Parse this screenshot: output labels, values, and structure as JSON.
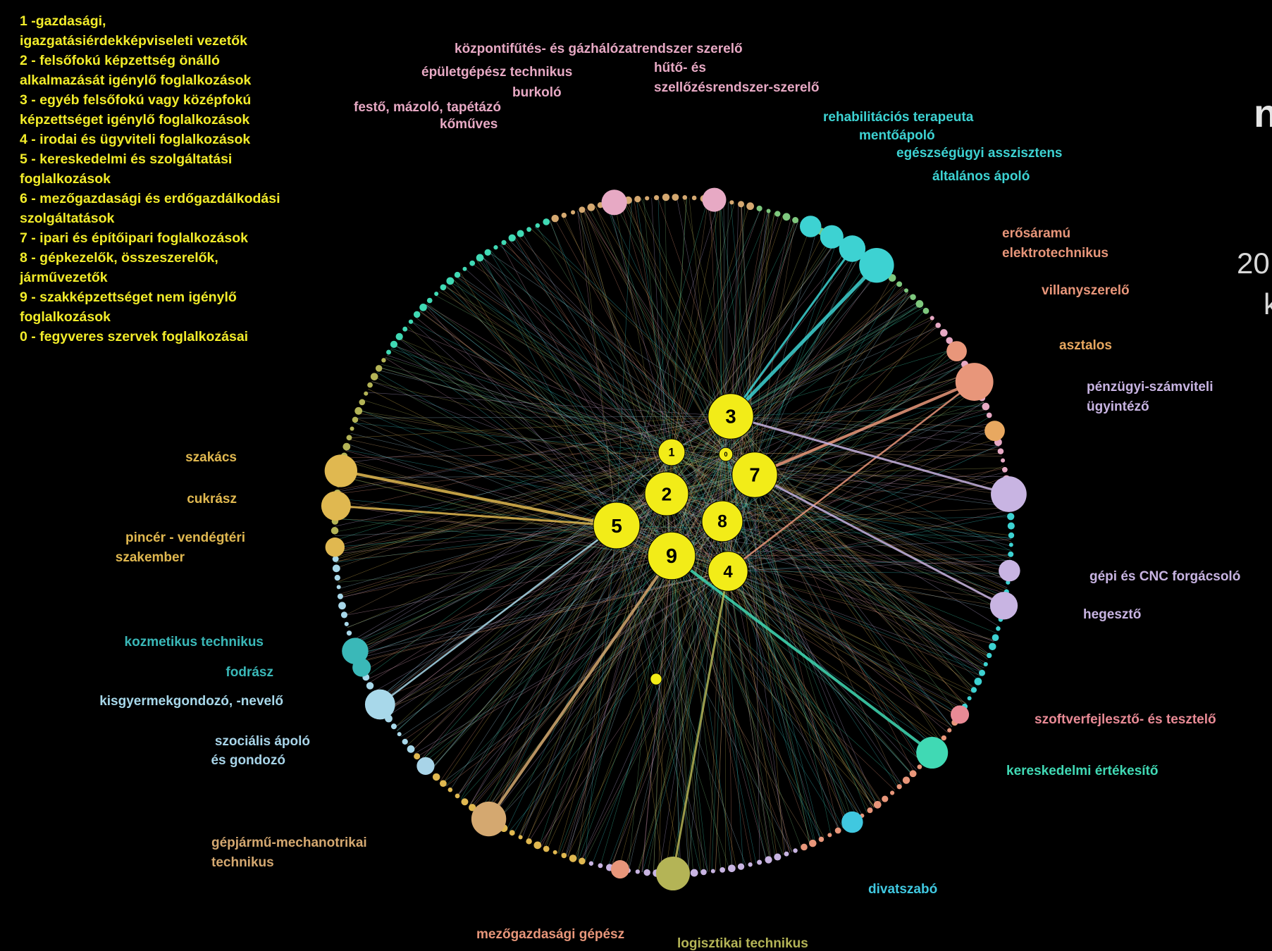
{
  "legend": [
    "1 -gazdasági,",
    "igazgatásiérdekképviseleti vezetők",
    "2 - felsőfokú képzettség önálló",
    "alkalmazását igénylő foglalkozások",
    "3 - egyéb felsőfokú vagy középfokú",
    "képzettséget igénylő foglalkozások",
    "4 - irodai és ügyviteli foglalkozások",
    "5 - kereskedelmi és szolgáltatási",
    "foglalkozások",
    "6 - mezőgazdasági és erdőgazdálkodási",
    "szolgáltatások",
    "7 - ipari és építőipari foglalkozások",
    "8 - gépkezelők, összeszerelők,",
    "járművezetők",
    "9 - szakképzettséget nem igénylő",
    "foglalkozások",
    "0 - fegyveres szervek foglalkozásai"
  ],
  "occupation_groups": [
    {
      "id": "1",
      "label": "1",
      "size": 0.35
    },
    {
      "id": "0",
      "label": "0",
      "size": 0.12
    },
    {
      "id": "2",
      "label": "2",
      "size": 0.65
    },
    {
      "id": "3",
      "label": "3",
      "size": 0.68
    },
    {
      "id": "4",
      "label": "4",
      "size": 0.58
    },
    {
      "id": "5",
      "label": "5",
      "size": 0.7
    },
    {
      "id": "7",
      "label": "7",
      "size": 0.68
    },
    {
      "id": "8",
      "label": "8",
      "size": 0.6
    },
    {
      "id": "9",
      "label": "9",
      "size": 0.72
    },
    {
      "id": "extra",
      "label": "",
      "size": 0.08
    }
  ],
  "professions": [
    {
      "label": "központifűtés- és gázhálózatrendszer szerelő",
      "color": "#e7a9c4",
      "size": 0.28
    },
    {
      "label": "hűtő- és",
      "color": "#e7a9c4",
      "size": 0.5
    },
    {
      "label": "szellőzésrendszer-szerelő",
      "color": "#e7a9c4",
      "size": 0.0
    },
    {
      "label": "épületgépész technikus",
      "color": "#e7a9c4",
      "size": 0.32
    },
    {
      "label": "burkoló",
      "color": "#e7a9c4",
      "size": 0.55
    },
    {
      "label": "festő, mázoló, tapétázó",
      "color": "#e7a9c4",
      "size": 0.38
    },
    {
      "label": "kőműves",
      "color": "#e7a9c4",
      "size": 0.34
    },
    {
      "label": "rehabilitációs terapeuta",
      "color": "#3dd2d2",
      "size": 0.42
    },
    {
      "label": "mentőápoló",
      "color": "#3dd2d2",
      "size": 0.48
    },
    {
      "label": "egészségügyi asszisztens",
      "color": "#3dd2d2",
      "size": 0.58
    },
    {
      "label": "általános ápoló",
      "color": "#3dd2d2",
      "size": 0.85
    },
    {
      "label": "erősáramú",
      "color": "#e8967a",
      "size": 0.38
    },
    {
      "label": "elektrotechnikus",
      "color": "#e8967a",
      "size": 0.0
    },
    {
      "label": "villanyszerelő",
      "color": "#e8967a",
      "size": 0.95
    },
    {
      "label": "asztalos",
      "color": "#e8a860",
      "size": 0.38
    },
    {
      "label": "pénzügyi-számviteli",
      "color": "#c8b4e2",
      "size": 0.88
    },
    {
      "label": "ügyintéző",
      "color": "#c8b4e2",
      "size": 0.0
    },
    {
      "label": "gépi és CNC forgácsoló",
      "color": "#c8b4e2",
      "size": 0.42
    },
    {
      "label": "hegesztő",
      "color": "#c8b4e2",
      "size": 0.62
    },
    {
      "label": "szoftverfejlesztő- és tesztelő",
      "color": "#e88a95",
      "size": 0.32
    },
    {
      "label": "kereskedelmi értékesítő",
      "color": "#40d9b4",
      "size": 0.75
    },
    {
      "label": "divatszabó",
      "color": "#40c8e0",
      "size": 0.42
    },
    {
      "label": "logisztikai technikus",
      "color": "#b4b456",
      "size": 0.82
    },
    {
      "label": "mezőgazdasági gépész",
      "color": "#e8967a",
      "size": 0.32
    },
    {
      "label": "gépjármű-mechanotrikai",
      "color": "#d4a870",
      "size": 0.85
    },
    {
      "label": "technikus",
      "color": "#d4a870",
      "size": 0.0
    },
    {
      "label": "szociális ápoló",
      "color": "#a8d4e8",
      "size": 0.3
    },
    {
      "label": "és gondozó",
      "color": "#a8d4e8",
      "size": 0.0
    },
    {
      "label": "kisgyermekgondozó, -nevelő",
      "color": "#a8d8ea",
      "size": 0.7
    },
    {
      "label": "fodrász",
      "color": "#3ab8b8",
      "size": 0.32
    },
    {
      "label": "kozmetikus technikus",
      "color": "#3ab8b8",
      "size": 0.58
    },
    {
      "label": "pincér - vendégtéri",
      "color": "#e0b850",
      "size": 0.35
    },
    {
      "label": "szakember",
      "color": "#e0b850",
      "size": 0.0
    },
    {
      "label": "cukrász",
      "color": "#e0b850",
      "size": 0.68
    },
    {
      "label": "szakács",
      "color": "#e0b850",
      "size": 0.78
    }
  ],
  "side_text": [
    "n",
    "20",
    "k"
  ]
}
